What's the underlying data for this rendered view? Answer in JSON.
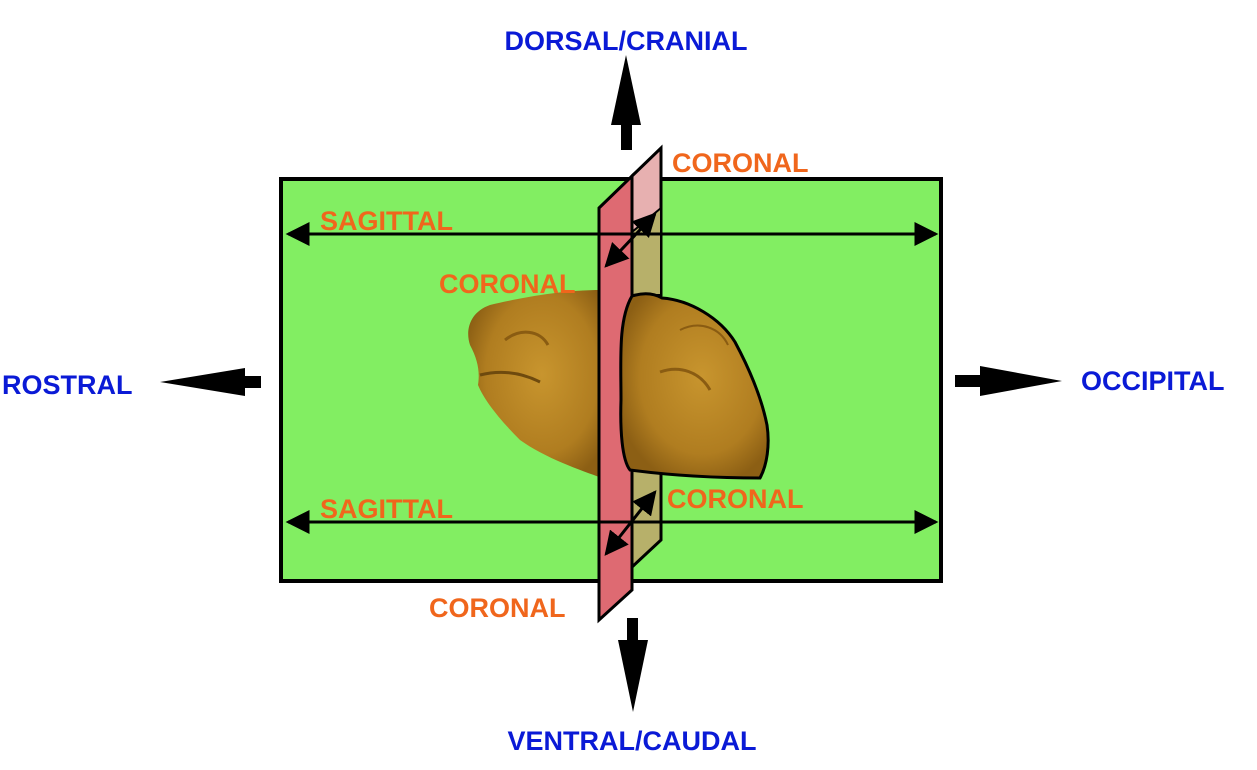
{
  "directions": {
    "top": "DORSAL/CRANIAL",
    "bottom": "VENTRAL/CAUDAL",
    "left": "ROSTRAL",
    "right": "OCCIPITAL"
  },
  "planes": {
    "sagittal_top": "SAGITTAL",
    "sagittal_bottom": "SAGITTAL",
    "coronal_top_right": "CORONAL",
    "coronal_mid_left": "CORONAL",
    "coronal_mid_right": "CORONAL",
    "coronal_bottom_left": "CORONAL"
  },
  "colors": {
    "direction_text": "#0a1ad6",
    "plane_text": "#f0661c",
    "sagittal_plane": "#82ee62",
    "coronal_front": "#de6a72",
    "coronal_back": "#e7b0b0",
    "coronal_back_lower": "#b7b06a",
    "specimen": "#b88421"
  }
}
